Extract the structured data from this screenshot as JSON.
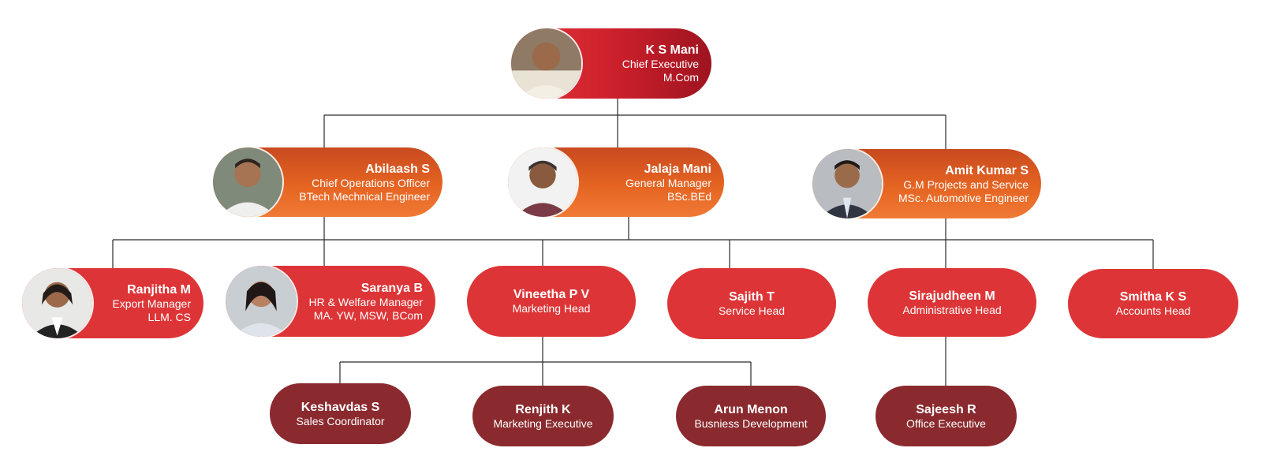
{
  "colors": {
    "ceo": "#c91f2a",
    "executive": "#e56422",
    "head": "#dd3537",
    "staff": "#8a2a2e",
    "connector": "#2b2b2b"
  },
  "nodes": {
    "ks_mani": {
      "name": "K S Mani",
      "role": "Chief Executive",
      "qualification": "M.Com",
      "avatar_icon": "person-photo-icon"
    },
    "abilaash": {
      "name": "Abilaash S",
      "role": "Chief Operations Officer",
      "qualification": "BTech Mechnical Engineer",
      "avatar_icon": "person-photo-icon"
    },
    "jalaja": {
      "name": "Jalaja Mani",
      "role": "General Manager",
      "qualification": "BSc.BEd",
      "avatar_icon": "person-photo-icon"
    },
    "amit": {
      "name": "Amit Kumar S",
      "role": "G.M Projects and Service",
      "qualification": "MSc. Automotive Engineer",
      "avatar_icon": "person-photo-icon"
    },
    "ranjitha": {
      "name": "Ranjitha M",
      "role": "Export Manager",
      "qualification": "LLM. CS",
      "avatar_icon": "person-photo-icon"
    },
    "saranya": {
      "name": "Saranya B",
      "role": "HR & Welfare Manager",
      "qualification": "MA. YW, MSW, BCom",
      "avatar_icon": "person-photo-icon"
    },
    "vineetha": {
      "name": "Vineetha P V",
      "role": "Marketing Head"
    },
    "sajith": {
      "name": "Sajith T",
      "role": "Service Head"
    },
    "sirajudheen": {
      "name": "Sirajudheen M",
      "role": "Administrative Head"
    },
    "smitha": {
      "name": "Smitha K S",
      "role": "Accounts Head"
    },
    "keshavdas": {
      "name": "Keshavdas S",
      "role": "Sales Coordinator"
    },
    "renjith": {
      "name": "Renjith K",
      "role": "Marketing Executive"
    },
    "arun": {
      "name": "Arun Menon",
      "role": "Busniess Development"
    },
    "sajeesh": {
      "name": "Sajeesh R",
      "role": "Office Executive"
    }
  }
}
